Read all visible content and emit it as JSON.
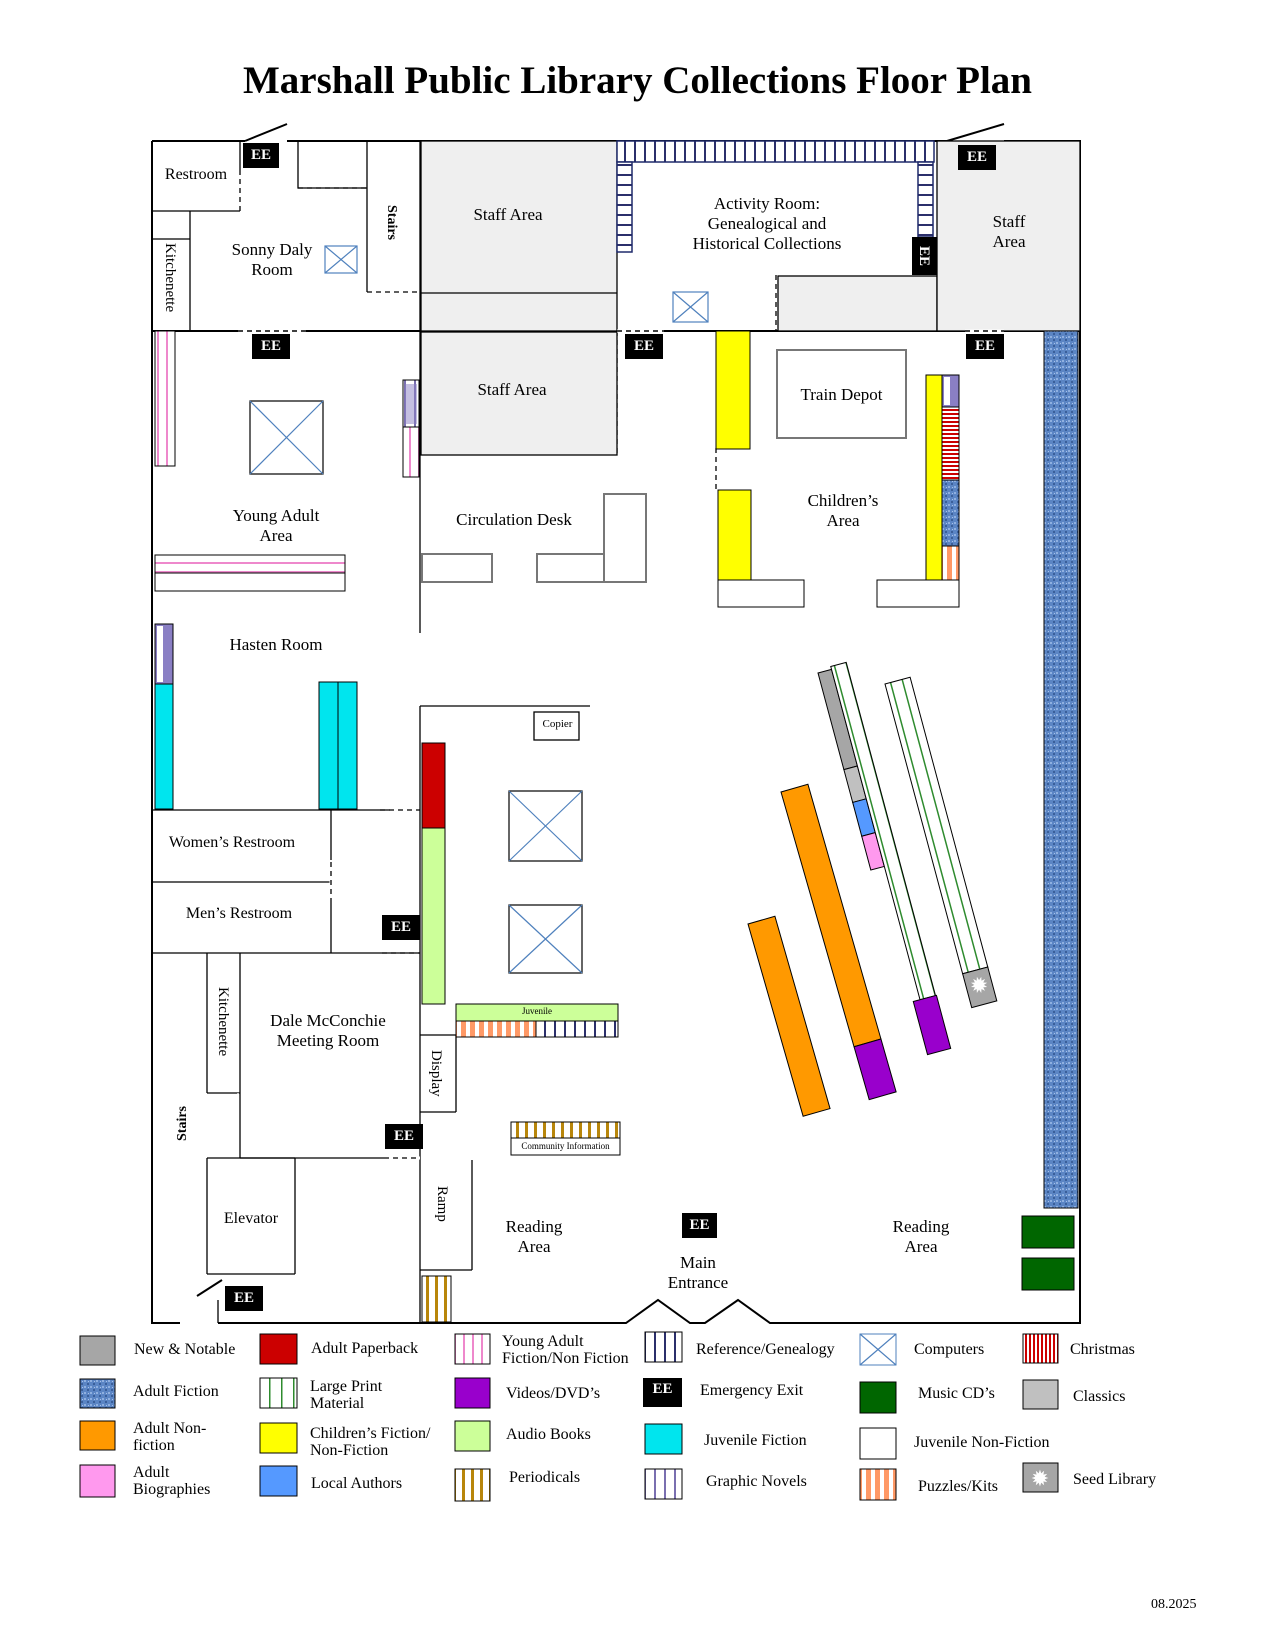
{
  "title": "Marshall Public Library Collections Floor Plan",
  "date": "08.2025",
  "rooms": {
    "restroom": "Restroom",
    "sonny_daly": "Sonny Daly Room",
    "stairs_top": "Stairs",
    "staff_area_1": "Staff Area",
    "activity_room": "Activity Room: Genealogical and Historical Collections",
    "staff_area_right": "Staff Area",
    "kitchenette_top": "Kitchenette",
    "staff_area_2": "Staff Area",
    "train_depot": "Train Depot",
    "young_adult": "Young Adult Area",
    "circulation_desk": "Circulation Desk",
    "childrens_area": "Children’s Area",
    "hasten_room": "Hasten Room",
    "copier": "Copier",
    "womens_restroom": "Women’s Restroom",
    "mens_restroom": "Men’s Restroom",
    "kitchenette_bottom": "Kitchenette",
    "dale_meeting": "Dale McConchie Meeting Room",
    "display": "Display",
    "stairs_bottom": "Stairs",
    "juvenile_shelf": "Juvenile",
    "community_info": "Community Information",
    "elevator": "Elevator",
    "ramp": "Ramp",
    "reading_area_left": "Reading Area",
    "reading_area_right": "Reading Area",
    "main_entrance": "Main Entrance"
  },
  "emergency_exit_label": "EE",
  "legend": [
    {
      "label": "New & Notable",
      "color": "#a6a6a6",
      "pattern": "solid"
    },
    {
      "label": "Adult Fiction",
      "color": "#4f81bd",
      "pattern": "textured-blue"
    },
    {
      "label": "Adult Non-fiction",
      "color": "#ff9900",
      "pattern": "solid"
    },
    {
      "label": "Adult Biographies",
      "color": "#ff99ee",
      "pattern": "solid"
    },
    {
      "label": "Adult Paperback",
      "color": "#cc0000",
      "pattern": "solid"
    },
    {
      "label": "Large Print Material",
      "color": "#2e8b2e",
      "pattern": "green-stripes"
    },
    {
      "label": "Children’s Fiction/ Non-Fiction",
      "color": "#ffff00",
      "pattern": "solid"
    },
    {
      "label": "Local Authors",
      "color": "#5599ff",
      "pattern": "solid"
    },
    {
      "label": "Young Adult Fiction/Non Fiction",
      "color": "#ffaadd",
      "pattern": "pink-stripes"
    },
    {
      "label": "Videos/DVD’s",
      "color": "#9900cc",
      "pattern": "solid"
    },
    {
      "label": "Audio Books",
      "color": "#ccff99",
      "pattern": "solid"
    },
    {
      "label": "Periodicals",
      "color": "#b8860b",
      "pattern": "gold-stripes"
    },
    {
      "label": "Reference/Genealogy",
      "color": "#1f2a6b",
      "pattern": "navy-stripes"
    },
    {
      "label": "Emergency Exit",
      "color": "#000000",
      "pattern": "ee"
    },
    {
      "label": "Juvenile Fiction",
      "color": "#00e5ee",
      "pattern": "solid"
    },
    {
      "label": "Graphic Novels",
      "color": "#6b5fa0",
      "pattern": "purple-stripes"
    },
    {
      "label": "Computers",
      "color": "#4f81bd",
      "pattern": "computer"
    },
    {
      "label": "Music CD’s",
      "color": "#006600",
      "pattern": "solid"
    },
    {
      "label": "Juvenile Non-Fiction",
      "color": "#ffffff",
      "pattern": "solid"
    },
    {
      "label": "Puzzles/Kits",
      "color": "#ff9966",
      "pattern": "orange-stripes"
    },
    {
      "label": "Christmas",
      "color": "#cc0000",
      "pattern": "red-stripes"
    },
    {
      "label": "Classics",
      "color": "#c0c0c0",
      "pattern": "solid"
    },
    {
      "label": "Seed Library",
      "color": "#a6a6a6",
      "pattern": "seed"
    }
  ]
}
